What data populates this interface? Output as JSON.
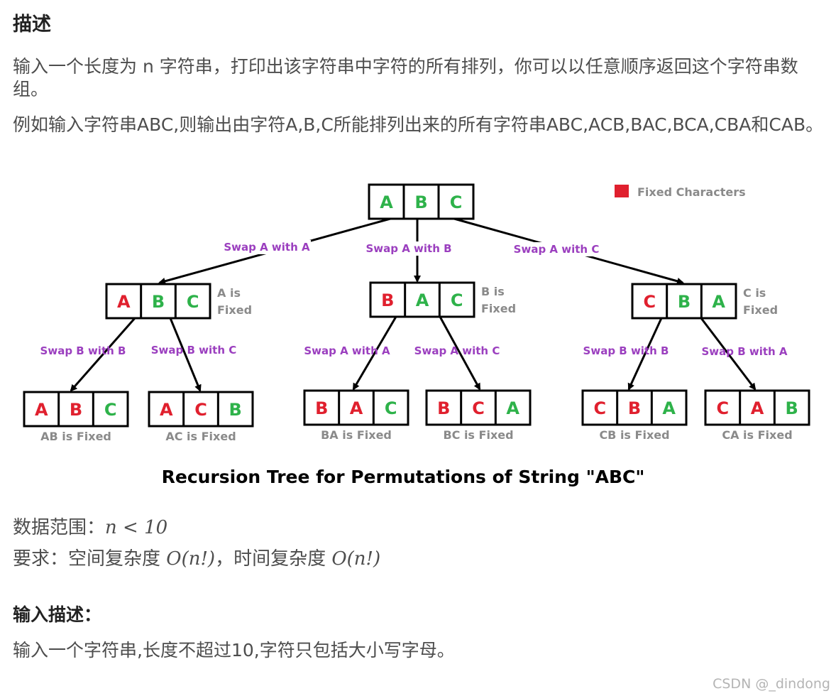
{
  "section": {
    "description_heading": "描述",
    "para1": "输入一个长度为 n 字符串，打印出该字符串中字符的所有排列，你可以以任意顺序返回这个字符串数组。",
    "para2": "例如输入字符串ABC,则输出由字符A,B,C所能排列出来的所有字符串ABC,ACB,BAC,BCA,CBA和CAB。",
    "range_label": "数据范围：",
    "range_math": "n < 10",
    "req_label": "要求：空间复杂度 ",
    "req_space": "O(n!)",
    "req_mid": "，时间复杂度 ",
    "req_time": "O(n!)",
    "input_heading": "输入描述：",
    "input_text": "输入一个字符串,长度不超过10,字符只包括大小写字母。"
  },
  "diagram": {
    "legend_label": "Fixed Characters",
    "caption": "Recursion Tree for Permutations of String \"ABC\"",
    "colors": {
      "fixed": "#e0202e",
      "free": "#2eb24a",
      "edge_label": "#9b3fbf",
      "note": "#8a8a8a",
      "caption": "#000000"
    },
    "root": [
      "A",
      "B",
      "C"
    ],
    "level1": [
      {
        "chars": [
          "A",
          "B",
          "C"
        ],
        "fixed": 1,
        "note_line1": "A is",
        "note_line2": "Fixed",
        "edge": "Swap A with A"
      },
      {
        "chars": [
          "B",
          "A",
          "C"
        ],
        "fixed": 1,
        "note_line1": "B is",
        "note_line2": "Fixed",
        "edge": "Swap A with B"
      },
      {
        "chars": [
          "C",
          "B",
          "A"
        ],
        "fixed": 1,
        "note_line1": "C is",
        "note_line2": "Fixed",
        "edge": "Swap A with C"
      }
    ],
    "level2": [
      {
        "chars": [
          "A",
          "B",
          "C"
        ],
        "fixed": 2,
        "note": "AB is Fixed",
        "edge": "Swap B with B"
      },
      {
        "chars": [
          "A",
          "C",
          "B"
        ],
        "fixed": 2,
        "note": "AC is Fixed",
        "edge": "Swap B with C"
      },
      {
        "chars": [
          "B",
          "A",
          "C"
        ],
        "fixed": 2,
        "note": "BA is Fixed",
        "edge": "Swap A with A"
      },
      {
        "chars": [
          "B",
          "C",
          "A"
        ],
        "fixed": 2,
        "note": "BC is Fixed",
        "edge": "Swap A with C"
      },
      {
        "chars": [
          "C",
          "B",
          "A"
        ],
        "fixed": 2,
        "note": "CB is Fixed",
        "edge": "Swap B with B"
      },
      {
        "chars": [
          "C",
          "A",
          "B"
        ],
        "fixed": 2,
        "note": "CA is Fixed",
        "edge": "Swap B with A"
      }
    ]
  },
  "watermark": "CSDN @_dindong"
}
